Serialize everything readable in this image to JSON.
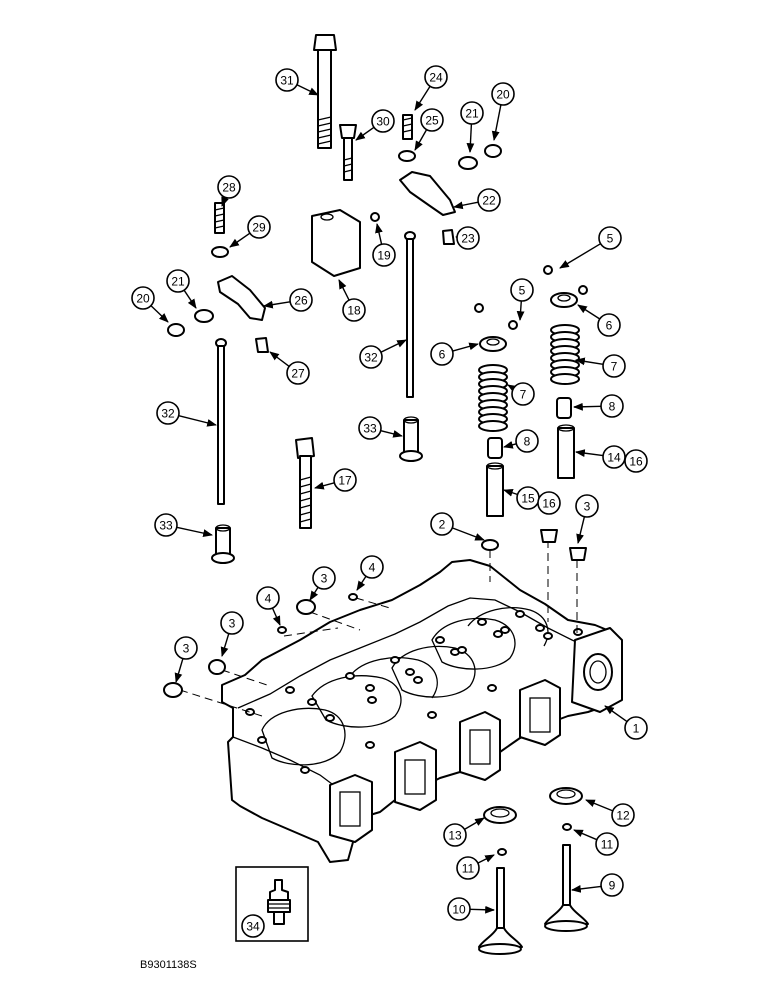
{
  "figure_code": "B9301138S",
  "callouts": [
    {
      "label": "31"
    },
    {
      "label": "24"
    },
    {
      "label": "20"
    },
    {
      "label": "21"
    },
    {
      "label": "30"
    },
    {
      "label": "25"
    },
    {
      "label": "28"
    },
    {
      "label": "22"
    },
    {
      "label": "29"
    },
    {
      "label": "19"
    },
    {
      "label": "23"
    },
    {
      "label": "5"
    },
    {
      "label": "21"
    },
    {
      "label": "20"
    },
    {
      "label": "26"
    },
    {
      "label": "18"
    },
    {
      "label": "5"
    },
    {
      "label": "6"
    },
    {
      "label": "27"
    },
    {
      "label": "32"
    },
    {
      "label": "6"
    },
    {
      "label": "7"
    },
    {
      "label": "7"
    },
    {
      "label": "8"
    },
    {
      "label": "32"
    },
    {
      "label": "33"
    },
    {
      "label": "8"
    },
    {
      "label": "14"
    },
    {
      "label": "16"
    },
    {
      "label": "17"
    },
    {
      "label": "15"
    },
    {
      "label": "16"
    },
    {
      "label": "33"
    },
    {
      "label": "2"
    },
    {
      "label": "3"
    },
    {
      "label": "4"
    },
    {
      "label": "3"
    },
    {
      "label": "4"
    },
    {
      "label": "3"
    },
    {
      "label": "3"
    },
    {
      "label": "1"
    },
    {
      "label": "12"
    },
    {
      "label": "13"
    },
    {
      "label": "11"
    },
    {
      "label": "11"
    },
    {
      "label": "9"
    },
    {
      "label": "10"
    },
    {
      "label": "34"
    }
  ]
}
